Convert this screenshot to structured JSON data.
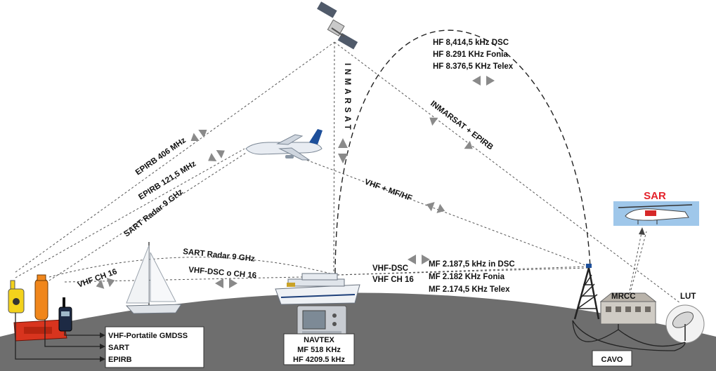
{
  "colors": {
    "ground": "#6e6e6e",
    "sky": "#ffffff",
    "arrow": "#8a8a8a",
    "sar_title": "#e4222b",
    "helicopter_sky": "#9fc7ea"
  },
  "icons": [
    "satellite-icon",
    "airplane-icon",
    "sailboat-icon",
    "cruise-ship-icon",
    "navtex-receiver-icon",
    "radio-tower-icon",
    "mrcc-building-icon",
    "lut-dish-icon",
    "helicopter-icon",
    "epirb-icon",
    "sart-icon",
    "liferaft-icon",
    "vhf-handheld-icon"
  ],
  "labels": {
    "inmarsat": "INMARSAT",
    "hf_dsc": "HF 8,414,5 kHz DSC",
    "hf_fonia": "HF 8.291 KHz Fonia",
    "hf_telex": "HF 8.376,5 KHz Telex",
    "inmarsat_epirb": "INMARSAT + EPIRB",
    "epirb_406": "EPIRB 406 MHz",
    "epirb_121": "EPIRB 121,5 MHz",
    "sart_radar_air": "SART Radar 9 GHz",
    "vhf_mf_hf": "VHF + MF/HF",
    "sar": "SAR",
    "sart_radar_ship": "SART Radar 9 GHz",
    "vhf_ch16": "VHF CH 16",
    "vhf_dsc_ch16": "VHF-DSC o CH 16",
    "vhf_dsc": "VHF-DSC",
    "vhf_ch16_right": "VHF CH 16",
    "mf_dsc": "MF 2.187,5 kHz in DSC",
    "mf_fonia": "MF 2.182 KHz Fonia",
    "mf_telex": "MF 2.174,5 KHz Telex",
    "mrcc": "MRCC",
    "lut": "LUT",
    "cavo": "CAVO"
  },
  "legend": {
    "vhf_portatile": "VHF-Portatile GMDSS",
    "sart": "SART",
    "epirb": "EPIRB"
  },
  "navtex": {
    "title": "NAVTEX",
    "mf": "MF 518 KHz",
    "hf": "HF 4209.5 kHz"
  }
}
